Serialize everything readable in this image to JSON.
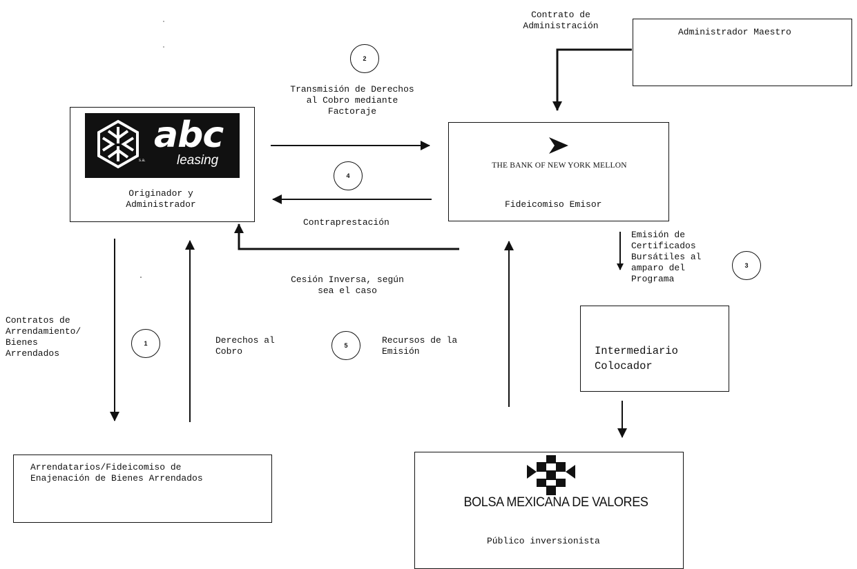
{
  "nodes": {
    "administrador_maestro": "Administrador Maestro",
    "originador": "Originador y\nAdministrador",
    "fideicomiso_emisor": "Fideicomiso Emisor",
    "intermediario": "Intermediario\nColocador",
    "arrendatarios": "Arrendatarios/Fideicomiso de\nEnajenación de Bienes Arrendados",
    "publico": "Público inversionista"
  },
  "logos": {
    "abc_main": "abc",
    "abc_sub": "leasing",
    "bny": "THE BANK OF NEW YORK MELLON",
    "bmv": "BOLSA MEXICANA DE VALORES"
  },
  "flows": {
    "contrato_admin": "Contrato de\nAdministración",
    "transmision": "Transmisión de Derechos\nal Cobro mediante\nFactoraje",
    "contraprestacion": "Contraprestación",
    "cesion_inversa": "Cesión Inversa, según\nsea el caso",
    "emision": "Emisión de\nCertificados\nBursátiles al\namparo del\nPrograma",
    "contratos_arrendamiento": "Contratos de\nArrendamiento/\nBienes\nArrendados",
    "derechos_cobro": "Derechos al\nCobro",
    "recursos": "Recursos de la\nEmisión"
  },
  "steps": [
    "1",
    "2",
    "3",
    "4",
    "5"
  ],
  "colors": {
    "line": "#111111",
    "logo_bg": "#111111"
  }
}
